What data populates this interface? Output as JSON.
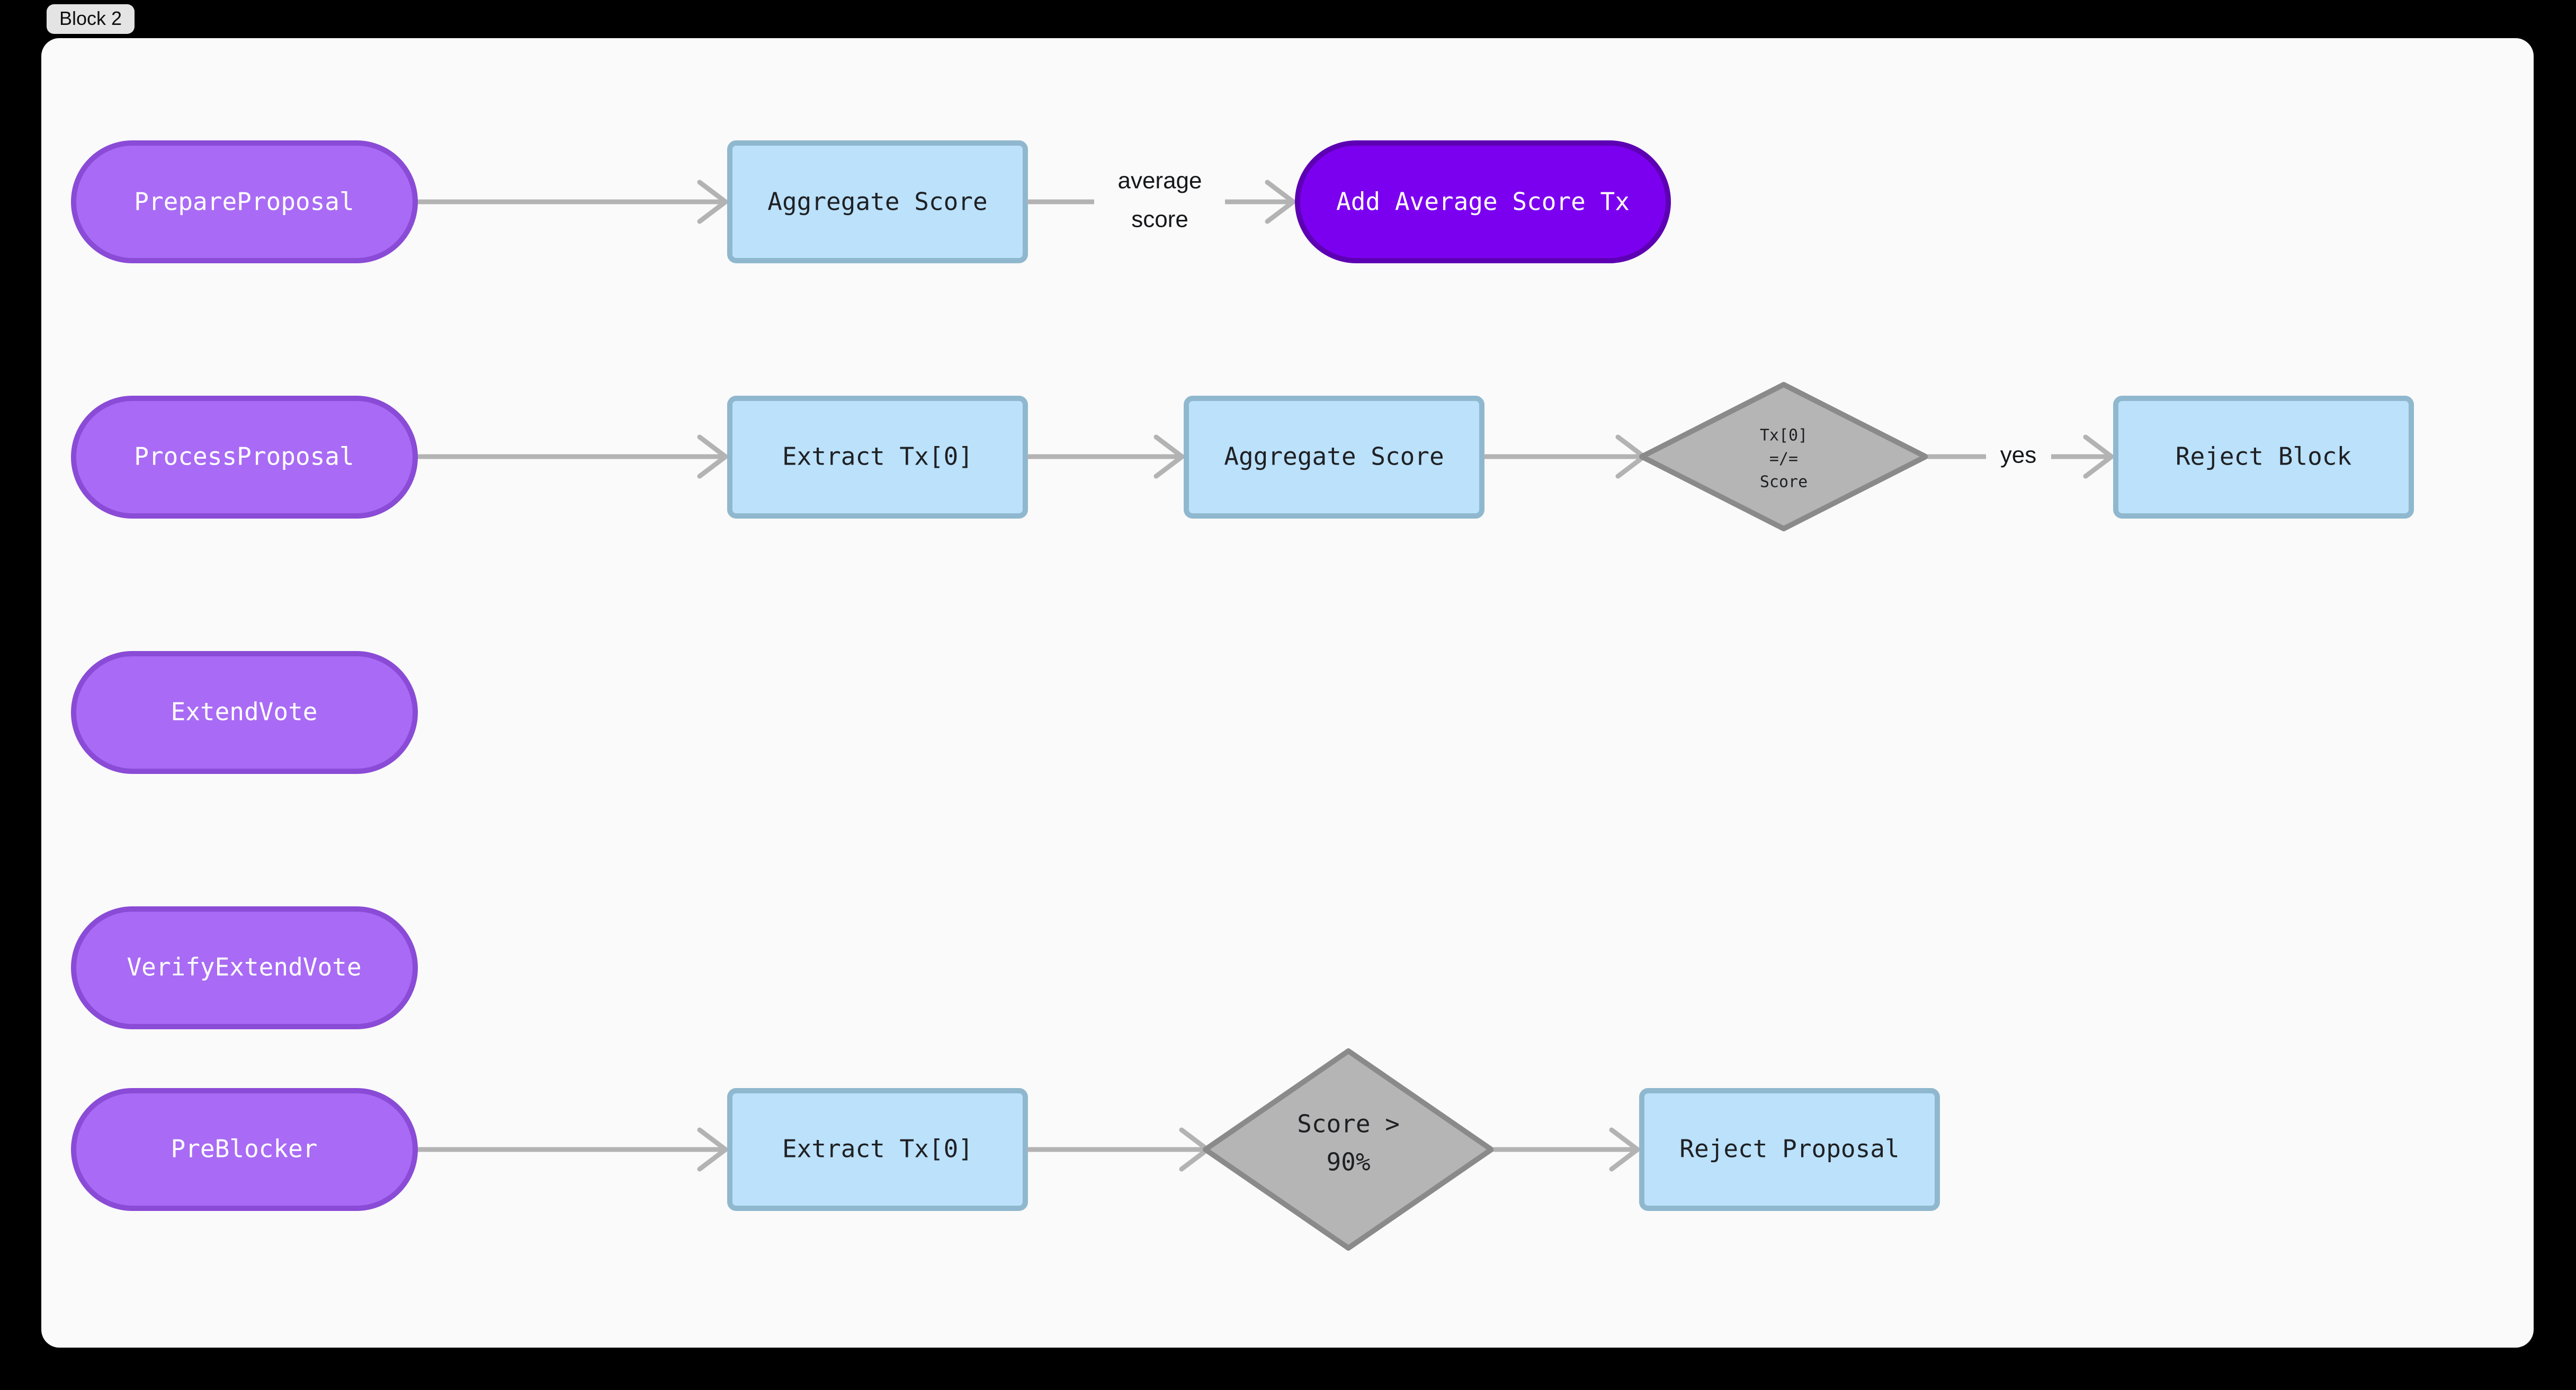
{
  "window": {
    "page_background": "#000000",
    "tab_label": "Block 2"
  },
  "panel": {
    "background": "#fafafa"
  },
  "palette": {
    "purple_fill": "#a96bf5",
    "purple_stroke": "#8a4bd6",
    "violet_fill": "#7c00f0",
    "violet_stroke": "#5d00b4",
    "blue_fill": "#bbe1fb",
    "blue_stroke": "#8fb8cf",
    "gray_fill": "#b5b5b5",
    "gray_stroke": "#8a8a8a",
    "edge_color": "#b3b3b3",
    "light_text": "#ffffff",
    "dark_text": "#1f2023"
  },
  "diagram": {
    "type": "flowchart",
    "direction": "left-to-right",
    "rows": [
      {
        "id": "row-prepare-proposal",
        "nodes": [
          "prepare-proposal",
          "aggregate-score-1",
          "add-average-score-tx"
        ],
        "edges": [
          "edge-prepare-to-aggregate",
          "edge-aggregate-to-addtx"
        ]
      },
      {
        "id": "row-process-proposal",
        "nodes": [
          "process-proposal",
          "extract-tx-1",
          "aggregate-score-2",
          "tx-score-mismatch",
          "reject-block"
        ],
        "edges": [
          "edge-process-to-extract",
          "edge-extract-to-aggregate",
          "edge-aggregate-to-diamond",
          "edge-diamond-to-reject"
        ]
      },
      {
        "id": "row-extend-vote",
        "nodes": [
          "extend-vote"
        ],
        "edges": []
      },
      {
        "id": "row-verify-extend-vote",
        "nodes": [
          "verify-extend-vote"
        ],
        "edges": []
      },
      {
        "id": "row-preblocker",
        "nodes": [
          "preblocker",
          "extract-tx-2",
          "score-threshold",
          "reject-proposal"
        ],
        "edges": [
          "edge-preblocker-to-extract",
          "edge-extract-to-score",
          "edge-score-to-reject"
        ]
      }
    ],
    "nodes": {
      "prepare_proposal": {
        "label": "PrepareProposal",
        "shape": "stadium",
        "style": "purple"
      },
      "aggregate_score_1": {
        "label": "Aggregate Score",
        "shape": "rect",
        "style": "blue"
      },
      "add_average_score_tx": {
        "label": "Add Average Score Tx",
        "shape": "stadium",
        "style": "violet"
      },
      "process_proposal": {
        "label": "ProcessProposal",
        "shape": "stadium",
        "style": "purple"
      },
      "extract_tx_1": {
        "label": "Extract Tx[0]",
        "shape": "rect",
        "style": "blue"
      },
      "aggregate_score_2": {
        "label": "Aggregate Score",
        "shape": "rect",
        "style": "blue"
      },
      "tx_score_mismatch": {
        "shape": "diamond",
        "style": "gray",
        "lines": [
          "Tx[0]",
          "=/=",
          "Score"
        ]
      },
      "reject_block": {
        "label": "Reject Block",
        "shape": "rect",
        "style": "blue"
      },
      "extend_vote": {
        "label": "ExtendVote",
        "shape": "stadium",
        "style": "purple"
      },
      "verify_extend_vote": {
        "label": "VerifyExtendVote",
        "shape": "stadium",
        "style": "purple"
      },
      "preblocker": {
        "label": "PreBlocker",
        "shape": "stadium",
        "style": "purple"
      },
      "extract_tx_2": {
        "label": "Extract Tx[0]",
        "shape": "rect",
        "style": "blue"
      },
      "score_threshold": {
        "shape": "diamond",
        "style": "gray",
        "lines": [
          "Score >",
          "90%"
        ]
      },
      "reject_proposal": {
        "label": "Reject Proposal",
        "shape": "rect",
        "style": "blue"
      }
    },
    "edge_labels": {
      "average_score_line1": "average",
      "average_score_line2": "score",
      "yes": "yes"
    }
  }
}
